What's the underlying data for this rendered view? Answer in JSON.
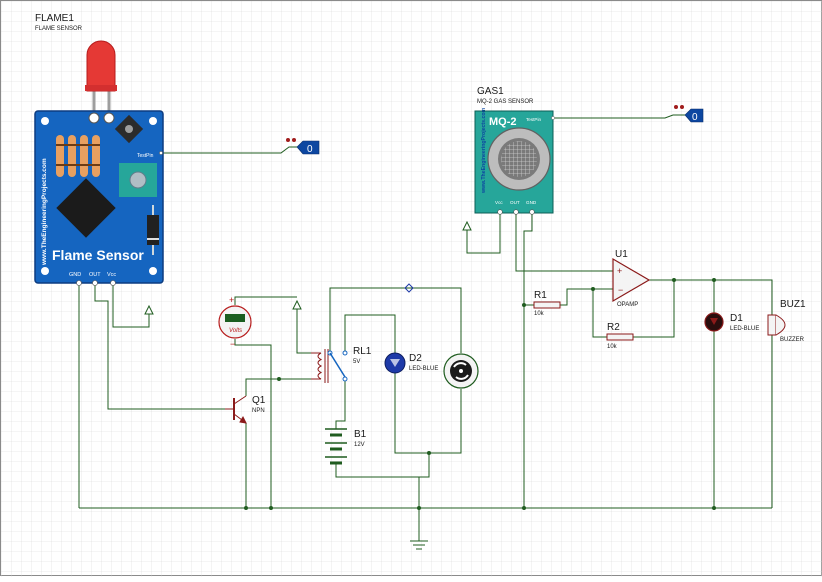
{
  "theme": {
    "wire": "#1f5c1f",
    "grid": "#d8d8d8",
    "board": "#1565c0",
    "led_blue": "#1e3aa8",
    "led_red": "#e53935",
    "probe": "#0d47a1"
  },
  "flame": {
    "ref": "FLAME1",
    "name": "FLAME SENSOR",
    "board_text": "Flame Sensor",
    "site_text": "www.TheEngineeringProjects.com",
    "pins": [
      "GND",
      "OUT",
      "Vcc"
    ],
    "test_label": "TestPin",
    "probe_value": "0"
  },
  "gas": {
    "ref": "GAS1",
    "name": "MQ-2 GAS SENSOR",
    "board_text": "MQ-2",
    "site_text": "www.TheEngineeringProjects.com",
    "pins": [
      "Vcc",
      "OUT",
      "GND"
    ],
    "test_label": "TestPin",
    "probe_value": "0"
  },
  "voltmeter": {
    "label": "Volts"
  },
  "q1": {
    "ref": "Q1",
    "value": "NPN"
  },
  "rl1": {
    "ref": "RL1",
    "value": "5V"
  },
  "d2": {
    "ref": "D2",
    "value": "LED-BLUE"
  },
  "b1": {
    "ref": "B1",
    "value": "12V"
  },
  "u1": {
    "ref": "U1",
    "value": "OPAMP"
  },
  "r1": {
    "ref": "R1",
    "value": "10k"
  },
  "r2": {
    "ref": "R2",
    "value": "10k"
  },
  "d1": {
    "ref": "D1",
    "value": "LED-BLUE"
  },
  "buz1": {
    "ref": "BUZ1",
    "value": "BUZZER"
  }
}
